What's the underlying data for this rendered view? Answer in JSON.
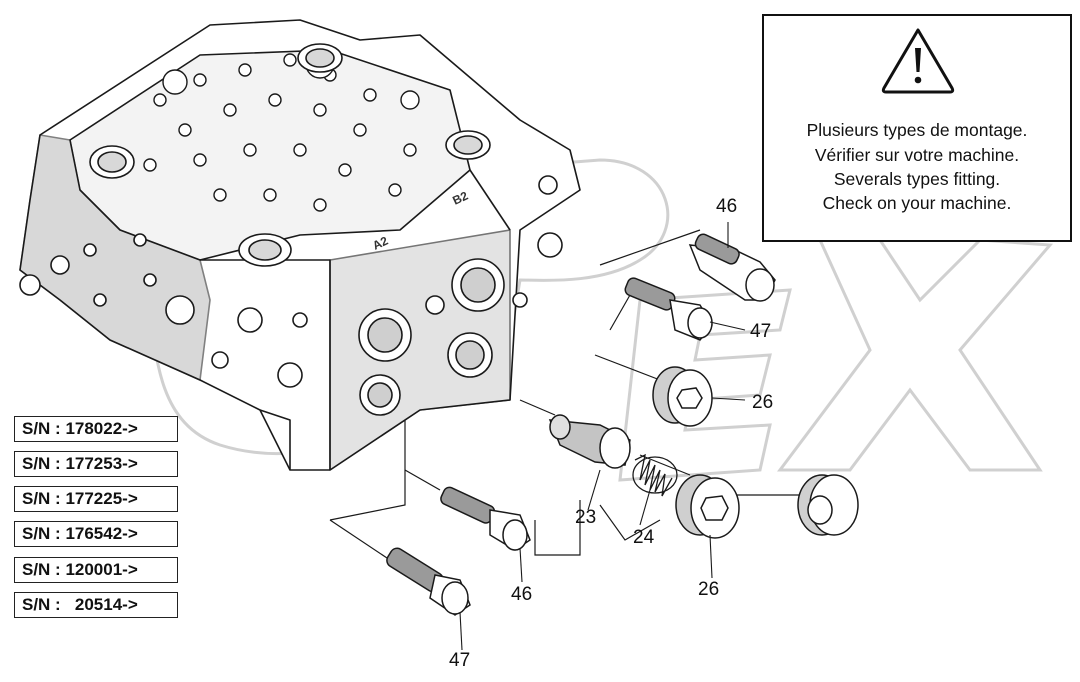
{
  "warning": {
    "lines": [
      "Plusieurs types de montage.",
      "Vérifier sur votre machine.",
      "Severals types fitting.",
      "Check on your machine."
    ]
  },
  "callouts": {
    "c46_top": "46",
    "c47_top": "47",
    "c26_top": "26",
    "c23": "23",
    "c24": "24",
    "c26_bottom": "26",
    "c46_bottom": "46",
    "c47_bottom": "47"
  },
  "serial_numbers": [
    "S/N : 178022->",
    "S/N : 177253->",
    "S/N : 177225->",
    "S/N : 176542->",
    "S/N : 120001->",
    "S/N :   20514->"
  ],
  "housing_marks": {
    "mark_a2": "A2",
    "mark_b2": "B2"
  },
  "watermark": "OPEX",
  "icons": [
    "warning-triangle-icon"
  ],
  "colors": {
    "line": "#1a1a1a",
    "shade": "#b5b5b5",
    "watermark": "#d6d6d6"
  }
}
